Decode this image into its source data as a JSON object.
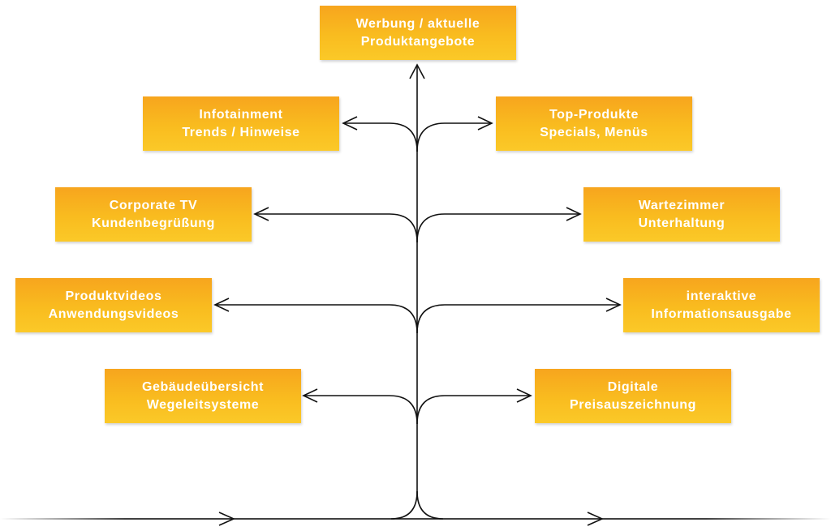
{
  "diagram": {
    "top": {
      "line1": "Werbung / aktuelle",
      "line2": "Produktangebote"
    },
    "left": [
      {
        "line1": "Infotainment",
        "line2": "Trends / Hinweise"
      },
      {
        "line1": "Corporate TV",
        "line2": "Kundenbegrüßung"
      },
      {
        "line1": "Produktvideos",
        "line2": "Anwendungsvideos"
      },
      {
        "line1": "Gebäudeübersicht",
        "line2": "Wegeleitsysteme"
      }
    ],
    "right": [
      {
        "line1": "Top-Produkte",
        "line2": "Specials, Menüs"
      },
      {
        "line1": "Wartezimmer",
        "line2": "Unterhaltung"
      },
      {
        "line1": "interaktive",
        "line2": "Informationsausgabe"
      },
      {
        "line1": "Digitale",
        "line2": "Preisauszeichnung"
      }
    ],
    "colors": {
      "box_top": "#f7a51e",
      "box_bottom": "#fbc928",
      "text": "#ffffff",
      "line": "#111111"
    }
  }
}
